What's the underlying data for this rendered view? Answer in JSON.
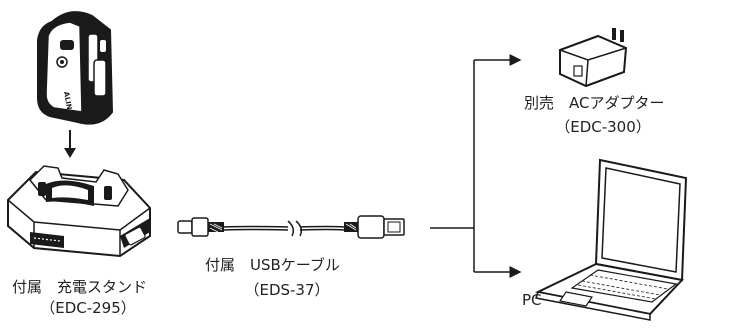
{
  "stand": {
    "line1": "付属　充電スタンド",
    "line2": "（EDC-295）"
  },
  "cable": {
    "line1": "付属　USBケーブル",
    "line2": "（EDS-37）"
  },
  "adapter": {
    "line1": "別売　ACアダプター",
    "line2": "（EDC-300）"
  },
  "pc": {
    "label": "PC"
  },
  "device": {
    "brand": "ALINCO"
  },
  "colors": {
    "stroke": "#1a1a1a",
    "fill": "#ffffff",
    "dark": "#1a1a1a"
  }
}
